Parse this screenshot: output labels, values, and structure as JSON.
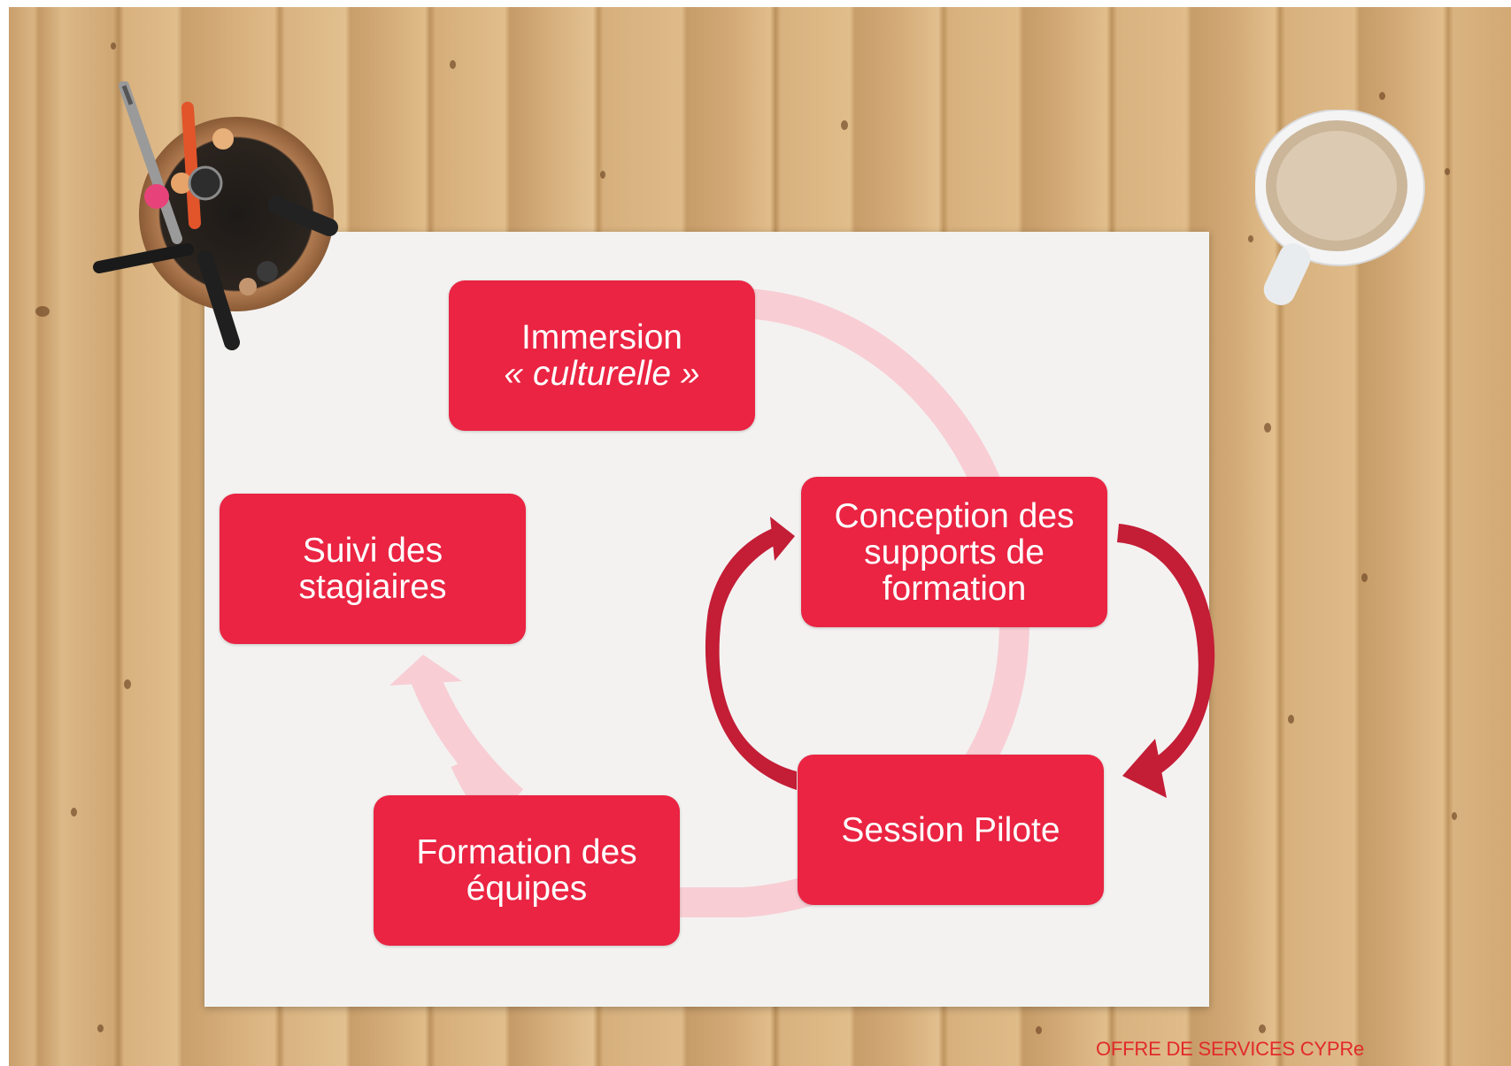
{
  "diagram": {
    "steps": [
      {
        "lines": [
          "Immersion",
          "« culturelle »"
        ]
      },
      {
        "lines": [
          "Conception des",
          "supports de",
          "formation"
        ]
      },
      {
        "lines": [
          "Session Pilote"
        ]
      },
      {
        "lines": [
          "Formation des",
          "équipes"
        ]
      },
      {
        "lines": [
          "Suivi des",
          "stagiaires"
        ]
      }
    ]
  },
  "footer": {
    "text": "OFFRE DE SERVICES CYPRe"
  },
  "colors": {
    "box": "#ea2442",
    "cycle_ring": "#f8cdd4",
    "loop_arrow": "#c41d36",
    "footer_text": "#e22a2a"
  },
  "decor": {
    "left": "pencil-cup",
    "right": "coffee-cup"
  }
}
